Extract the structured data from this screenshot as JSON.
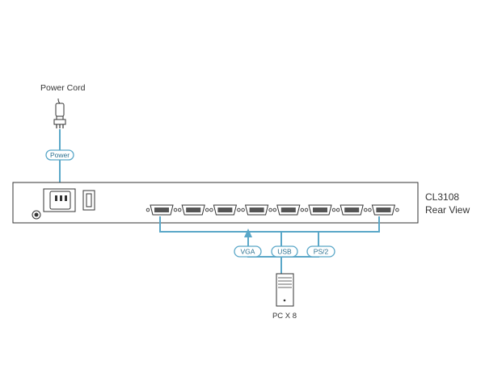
{
  "labels": {
    "power_cord": "Power Cord",
    "power_tag": "Power",
    "model": "CL3108",
    "view": "Rear View",
    "vga_tag": "VGA",
    "usb_tag": "USB",
    "ps2_tag": "PS/2",
    "pc": "PC X 8"
  },
  "ports": {
    "count": 8
  },
  "colors": {
    "cable": "#5aa7c8",
    "outline": "#333333",
    "tag_text": "#2a6f8f"
  }
}
